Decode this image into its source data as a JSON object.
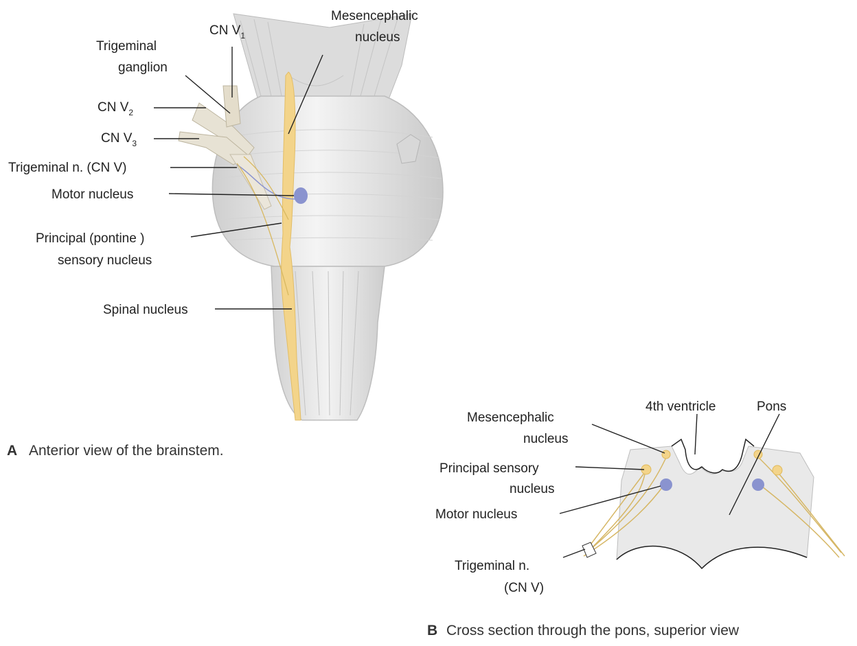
{
  "figure_a": {
    "caption_letter": "A",
    "caption_text": "Anterior view of the brainstem.",
    "labels": {
      "cn_v1": "CN V",
      "cn_v1_sub": "1",
      "trigeminal_ganglion_1": "Trigeminal",
      "trigeminal_ganglion_2": "ganglion",
      "cn_v2": "CN V",
      "cn_v2_sub": "2",
      "cn_v3": "CN V",
      "cn_v3_sub": "3",
      "trigeminal_n": "Trigeminal n. (CN V)",
      "motor_nucleus": "Motor nucleus",
      "principal_1": "Principal (pontine )",
      "principal_2": "sensory nucleus",
      "spinal_nucleus": "Spinal nucleus",
      "mesencephalic_1": "Mesencephalic",
      "mesencephalic_2": "nucleus"
    }
  },
  "figure_b": {
    "caption_letter": "B",
    "caption_text": "Cross section through the pons, superior view",
    "labels": {
      "mesencephalic_1": "Mesencephalic",
      "mesencephalic_2": "nucleus",
      "fourth_ventricle": "4th ventricle",
      "pons": "Pons",
      "principal_1": "Principal sensory",
      "principal_2": "nucleus",
      "motor_nucleus": "Motor nucleus",
      "trigeminal_1": "Trigeminal n.",
      "trigeminal_2": "(CN V)"
    }
  },
  "colors": {
    "background": "#000000",
    "panel": "#ffffff",
    "brainstem": "#e6e6e6",
    "sensory_nucleus": "#f3d48a",
    "motor_nucleus": "#8a93cf",
    "pons_section": "#e9e9e9"
  }
}
